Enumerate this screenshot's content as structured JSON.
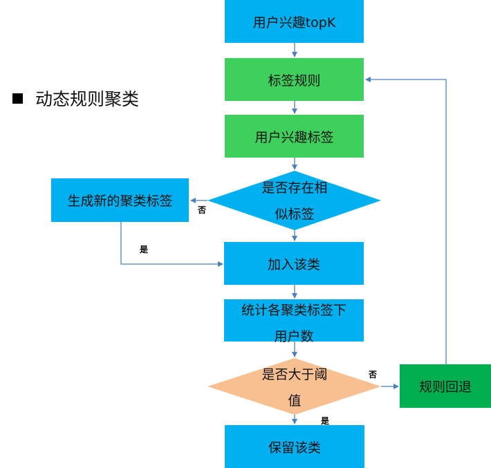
{
  "heading": {
    "bullet_icon": "square-bullet-icon",
    "text": "动态规则聚类"
  },
  "colors": {
    "process_blue": "#00b0f0",
    "rule_green": "#3ecf5c",
    "rollback_green": "#00b050",
    "decision_blue": "#00b0f0",
    "decision_orange": "#f8c090",
    "connector": "#4a7fc0"
  },
  "nodes": {
    "user_interest_topk": "用户兴趣topK",
    "tag_rules": "标签规则",
    "user_interest_tags": "用户兴趣标签",
    "similar_tag_decision": {
      "line1": "是否存在相",
      "line2": "似标签"
    },
    "generate_new_cluster_tag": "生成新的聚类标签",
    "join_cluster": "加入该类",
    "count_users": {
      "line1": "统计各聚类标签下",
      "line2": "用户数"
    },
    "threshold_decision": {
      "line1": "是否大于阈",
      "line2": "值"
    },
    "rule_rollback": "规则回退",
    "keep_cluster": "保留该类"
  },
  "edge_labels": {
    "similar_no": "否",
    "new_tag_yes": "是",
    "threshold_no": "否",
    "threshold_yes": "是"
  }
}
